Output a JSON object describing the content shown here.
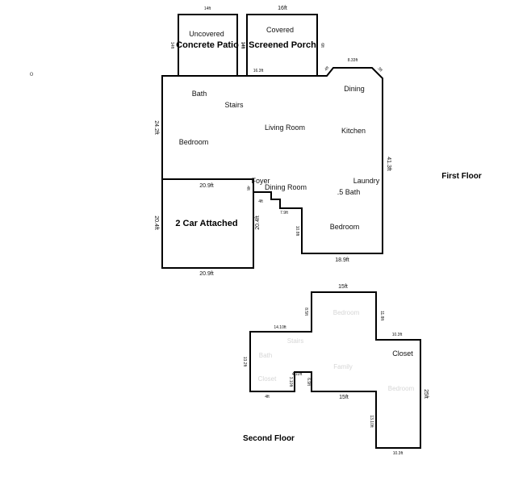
{
  "first_floor": {
    "title": "First Floor",
    "rooms": {
      "patio_line1": "Uncovered",
      "patio_line2": "Concrete Patio",
      "porch_line1": "Covered",
      "porch_line2": "Screened Porch",
      "bath": "Bath",
      "stairs": "Stairs",
      "dining": "Dining",
      "living_room": "Living Room",
      "kitchen": "Kitchen",
      "bedroom": "Bedroom",
      "foyer": "Foyer",
      "dining_room": "Dining Room",
      "laundry": "Laundry",
      "half_bath": ".5 Bath",
      "bedroom_2": "Bedroom",
      "garage": "2 Car Attached"
    },
    "dims": {
      "patio_top": "14ft",
      "patio_left": "14ft",
      "patio_right": "14ft",
      "porch_top": "16ft",
      "porch_left": "14ft",
      "porch_right": "6ft",
      "porch_bottom": "16.3ft",
      "angle_1": "4ft",
      "angle_top": "8.33ft",
      "angle_2": "3ft",
      "left_wall": "24.2ft",
      "right_wall": "41.3ft",
      "garage_top": "20.9ft",
      "garage_bottom": "20.9ft",
      "garage_left": "20.4ft",
      "garage_right_small": "4ft",
      "garage_right": "20.4ft",
      "notch_1": "4ft",
      "notch_2": "7.9ft",
      "inner_vertical": "10.8ft",
      "bottom_right": "18.9ft"
    }
  },
  "second_floor": {
    "title": "Second Floor",
    "rooms": {
      "bedroom_top": "Bedroom",
      "stairs": "Stairs",
      "bath": "Bath",
      "closet_left": "Closet",
      "family": "Family",
      "closet": "Closet",
      "bedroom_right": "Bedroom"
    },
    "dims": {
      "top": "15ft",
      "left_tall": "8.5ft",
      "right_upper": "11.8ft",
      "left_top": "14.10ft",
      "right_mid": "10.3ft",
      "left_wall": "13.2ft",
      "inner_a": "3.10ft",
      "inner_b": "4.10ft",
      "inner_c": "6.9ft",
      "bottom_small": "4ft",
      "bottom": "15ft",
      "right_wall": "25ft",
      "inner_right": "13.10ft",
      "bottom_right": "10.3ft"
    }
  },
  "stray_mark": "o"
}
